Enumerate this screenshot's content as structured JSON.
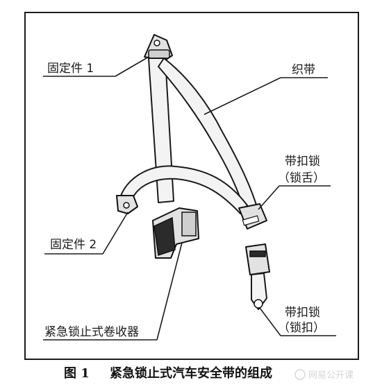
{
  "labels": {
    "anchor1": "固定件 1",
    "webbing": "织带",
    "tongue_line1": "带扣锁",
    "tongue_line2": "（锁舌）",
    "anchor2": "固定件 2",
    "retractor": "紧急锁止式卷收器",
    "buckle_line1": "带扣锁",
    "buckle_line2": "（锁扣）"
  },
  "caption": {
    "figure_no": "图 1",
    "title": "紧急锁止式汽车安全带的组成"
  },
  "watermark": "网易公开课"
}
